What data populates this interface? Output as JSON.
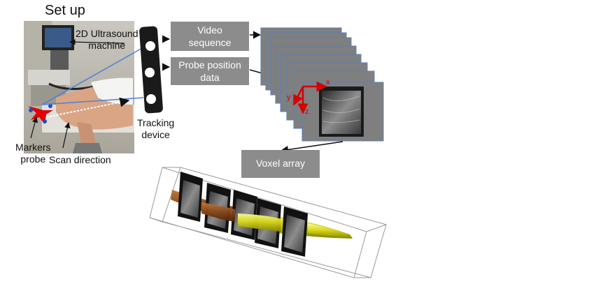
{
  "setup": {
    "title": "Set up"
  },
  "labels": {
    "ultrasound_machine": "2D Ultrasound\nmachine",
    "tracking_device": "Tracking\ndevice",
    "markers_probe": "Markers\nprobe",
    "scan_direction": "Scan direction"
  },
  "boxes": {
    "video": "Video\nsequence",
    "probe_position": "Probe position\ndata",
    "voxel": "Voxel array"
  },
  "axes": {
    "x": "x",
    "y": "y",
    "z": "z"
  },
  "colors": {
    "box_fill": "#8c8c8c",
    "frame_fill": "#7f7f7f",
    "frame_border": "#5b7fb5",
    "axis_red": "#d40000",
    "tube_brown": "#8a4a1c",
    "tube_yellow": "#d8d818",
    "tracker": "#1a1a1a"
  }
}
